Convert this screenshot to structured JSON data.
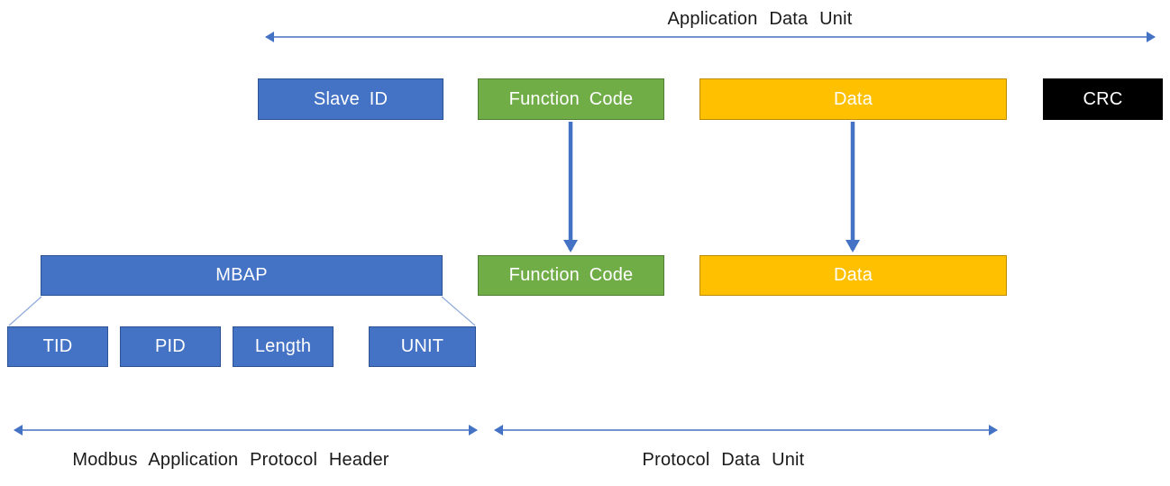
{
  "diagram": {
    "top_span_label": "Application Data Unit",
    "adu_blocks": [
      {
        "label": "Slave ID",
        "color": "#4472C4"
      },
      {
        "label": "Function Code",
        "color": "#70AD47"
      },
      {
        "label": "Data",
        "color": "#FFC000"
      },
      {
        "label": "CRC",
        "color": "#000000"
      }
    ],
    "pdu_blocks": [
      {
        "label": "MBAP",
        "color": "#4472C4"
      },
      {
        "label": "Function Code",
        "color": "#70AD47"
      },
      {
        "label": "Data",
        "color": "#FFC000"
      }
    ],
    "mbap_fields": [
      {
        "label": "TID",
        "color": "#4472C4"
      },
      {
        "label": "PID",
        "color": "#4472C4"
      },
      {
        "label": "Length",
        "color": "#4472C4"
      },
      {
        "label": "UNIT",
        "color": "#4472C4"
      }
    ],
    "bottom_spans": [
      {
        "label": "Modbus Application Protocol Header"
      },
      {
        "label": "Protocol Data Unit"
      }
    ],
    "colors": {
      "block_blue": "#4472C4",
      "block_blue_border": "#2E5395",
      "block_green": "#70AD47",
      "block_green_border": "#507E32",
      "block_yellow": "#FFC000",
      "block_yellow_border": "#BC8C00",
      "block_black": "#000000",
      "arrow_blue": "#4472C4",
      "connector_light_blue": "#8FAADC",
      "block_text": "#FFFFFF",
      "label_text": "#1A1A1A"
    }
  }
}
